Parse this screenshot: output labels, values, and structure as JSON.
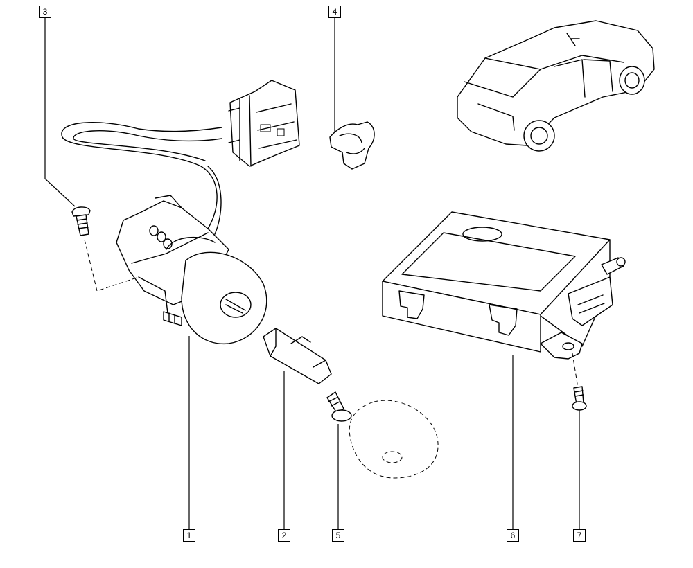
{
  "callouts": {
    "c1": "1",
    "c2": "2",
    "c3": "3",
    "c4": "4",
    "c5": "5",
    "c6": "6",
    "c7": "7"
  },
  "parts": [
    {
      "ref": "1",
      "icon": "ignition-lock-icon"
    },
    {
      "ref": "2",
      "icon": "key-blade-icon"
    },
    {
      "ref": "3",
      "icon": "screw-icon"
    },
    {
      "ref": "4",
      "icon": "antenna-ring-icon"
    },
    {
      "ref": "5",
      "icon": "screw-icon"
    },
    {
      "ref": "6",
      "icon": "control-unit-icon"
    },
    {
      "ref": "7",
      "icon": "screw-icon"
    }
  ]
}
